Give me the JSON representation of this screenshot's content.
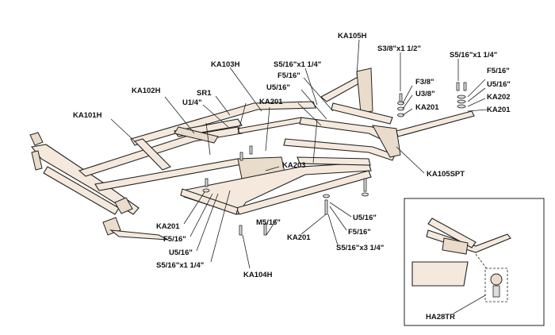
{
  "labels": {
    "ka105h": "KA105H",
    "s38_top": "S3/8\"x1 1/2\"",
    "s516_topright": "S5/16\"x1 1/4\"",
    "s516_center": "S5/16\"x1 1/4\"",
    "f516_center": "F5/16\"",
    "u516_center": "U5/16\"",
    "ka201_center": "KA201",
    "ka103h": "KA103H",
    "ka102h": "KA102H",
    "sr1": "SR1",
    "u14": "U1/4\"",
    "ka101h": "KA101H",
    "f38": "F3/8\"",
    "u38": "U3/8\"",
    "ka201_right": "KA201",
    "f516_right": "F5/16\"",
    "u516_right": "U5/16\"",
    "ka202": "KA202",
    "ka201_farright": "KA201",
    "ka105spt": "KA105SPT",
    "ka203": "KA203",
    "ka201_left": "KA201",
    "f516_left": "F5/16\"",
    "u516_left": "U5/16\"",
    "s516_left": "S5/16\"x1 1/4\"",
    "ka104h": "KA104H",
    "m516": "M5/16\"",
    "ka201_bottom": "KA201",
    "u516_bottom": "U5/16\"",
    "f516_bottom": "F5/16\"",
    "s516_bottom": "S5/16\"x3 1/4\"",
    "ha28tr": "HA28TR"
  },
  "colors": {
    "frame_fill": "#f4e9dc",
    "line": "#222222"
  }
}
